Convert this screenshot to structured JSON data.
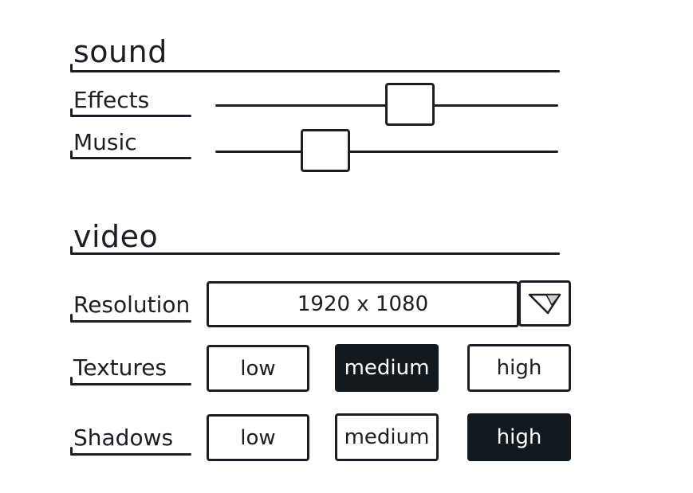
{
  "sound": {
    "heading": "sound",
    "effects": {
      "label": "Effects",
      "level": 0.58
    },
    "music": {
      "label": "Music",
      "level": 0.29
    }
  },
  "video": {
    "heading": "video",
    "resolution": {
      "label": "Resolution",
      "value": "1920 x 1080",
      "dropdown_icon": "triangle-down-icon"
    },
    "textures": {
      "label": "Textures",
      "options": [
        "low",
        "medium",
        "high"
      ],
      "selected": "medium"
    },
    "shadows": {
      "label": "Shadows",
      "options": [
        "low",
        "medium",
        "high"
      ],
      "selected": "high"
    }
  },
  "colors": {
    "ink": "#1b1f23",
    "selected_fill": "#121a1f",
    "background": "#ffffff"
  }
}
